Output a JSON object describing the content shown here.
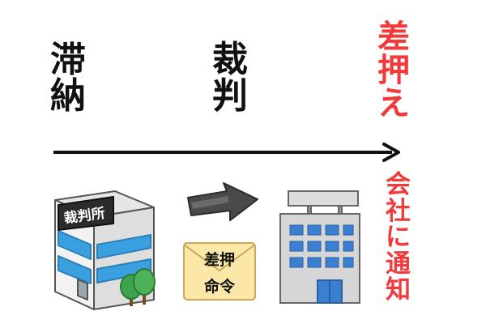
{
  "stages": {
    "delinquency": "滞納",
    "trial": "裁判",
    "seizure": "差押え"
  },
  "notice": "会社に通知",
  "court_sign": "裁判所",
  "envelope": {
    "line1": "差押",
    "line2": "命令"
  },
  "colors": {
    "accent_red": "#f23a3a",
    "text": "#111111",
    "building_blue": "#3aa0e0",
    "envelope_yellow": "#fbe8a8"
  }
}
